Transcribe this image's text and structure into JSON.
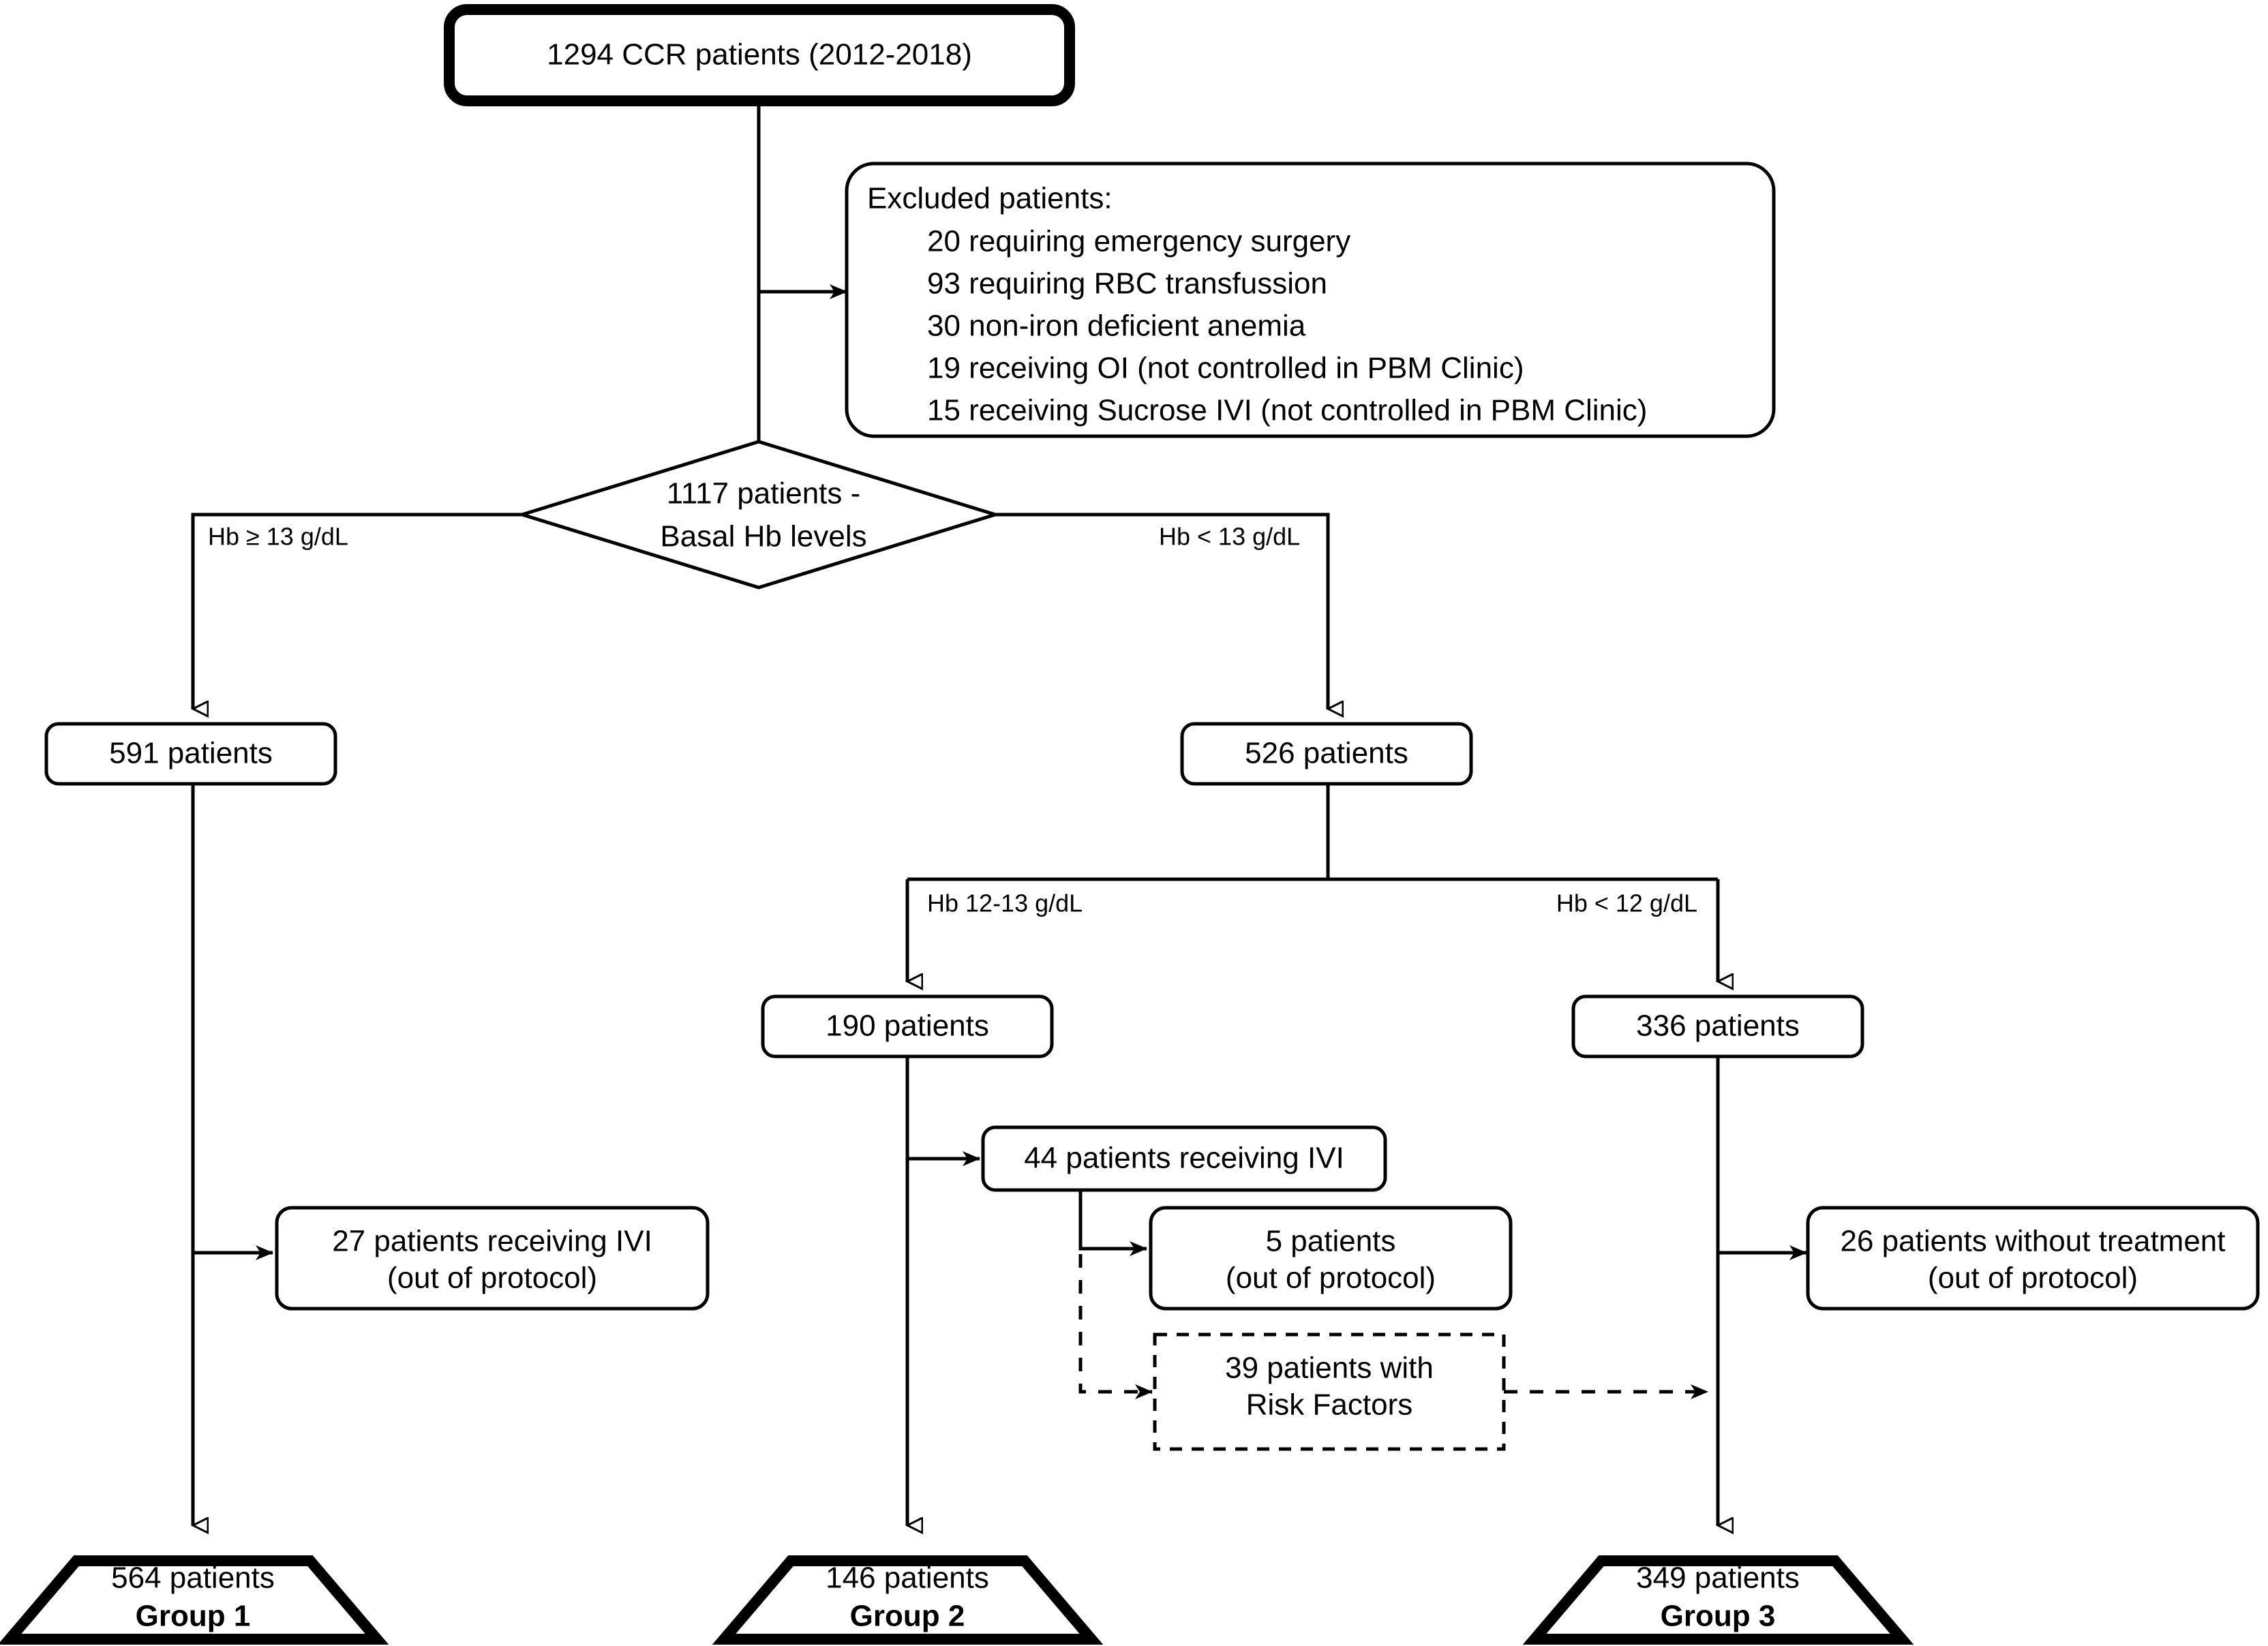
{
  "diagram": {
    "type": "flowchart",
    "title": "Patient selection flowchart",
    "nodes": {
      "root": {
        "label": "1294 CCR patients (2012-2018)",
        "shape": "rounded-rect-thick"
      },
      "excluded": {
        "heading": "Excluded patients:",
        "items": [
          "20 requiring emergency surgery",
          "93 requiring RBC transfussion",
          "30 non-iron deficient anemia",
          "19 receiving OI (not controlled in PBM Clinic)",
          "15 receiving Sucrose IVI (not controlled in PBM Clinic)"
        ],
        "shape": "rounded-rect"
      },
      "decision": {
        "line1": "1117 patients -",
        "line2": "Basal Hb levels",
        "shape": "diamond"
      },
      "left_branch": {
        "label": "591 patients",
        "shape": "rounded-rect"
      },
      "right_branch": {
        "label": "526 patients",
        "shape": "rounded-rect"
      },
      "mid_low": {
        "label": "190 patients",
        "shape": "rounded-rect"
      },
      "right_low": {
        "label": "336 patients",
        "shape": "rounded-rect"
      },
      "ivi_27": {
        "line1": "27 patients receiving IVI",
        "line2": "(out of protocol)",
        "shape": "rounded-rect"
      },
      "ivi_44": {
        "label": "44 patients receiving IVI",
        "shape": "rounded-rect"
      },
      "out_5": {
        "line1": "5 patients",
        "line2": "(out of protocol)",
        "shape": "rounded-rect"
      },
      "risk_39": {
        "line1": "39 patients with",
        "line2": "Risk Factors",
        "shape": "rounded-rect-dashed"
      },
      "no_treat_26": {
        "line1": "26 patients without treatment",
        "line2": "(out of protocol)",
        "shape": "rounded-rect"
      },
      "group1": {
        "count": "564 patients",
        "name": "Group 1",
        "shape": "trapezoid"
      },
      "group2": {
        "count": "146 patients",
        "name": "Group 2",
        "shape": "trapezoid"
      },
      "group3": {
        "count": "349 patients",
        "name": "Group 3",
        "shape": "trapezoid"
      }
    },
    "edge_labels": {
      "hb_ge_13": "Hb ≥ 13 g/dL",
      "hb_lt_13": "Hb < 13 g/dL",
      "hb_12_13": "Hb 12-13 g/dL",
      "hb_lt_12": "Hb < 12 g/dL"
    },
    "colors": {
      "stroke": "#000000",
      "fill": "#ffffff",
      "background": "#ffffff"
    }
  }
}
